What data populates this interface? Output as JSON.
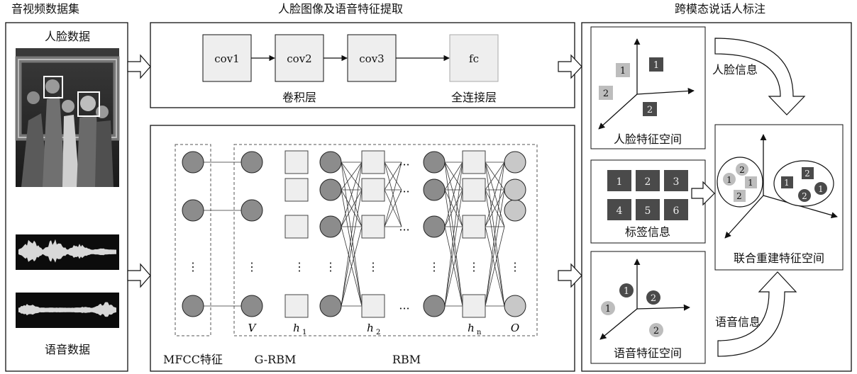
{
  "sections": {
    "dataset_title": "音视频数据集",
    "extraction_title": "人脸图像及语音特征提取",
    "labeling_title": "跨模态说话人标注"
  },
  "dataset": {
    "face_label": "人脸数据",
    "speech_label": "语音数据"
  },
  "cnn": {
    "layers": [
      "cov1",
      "cov2",
      "cov3",
      "fc"
    ],
    "conv_caption": "卷积层",
    "fc_caption": "全连接层",
    "ellipsis": "···"
  },
  "dbn": {
    "mfcc_caption": "MFCC特征",
    "grbm_caption": "G-RBM",
    "rbm_caption": "RBM",
    "layer_labels": {
      "v": "V",
      "h1": "h",
      "h1_sub": "1",
      "h2": "h",
      "h2_sub": "2",
      "hn": "h",
      "hn_sub": "n",
      "o": "O"
    },
    "vdots": "⋮",
    "hdots": "···"
  },
  "face_space": {
    "caption": "人脸特征空间",
    "points": [
      "1",
      "2",
      "1",
      "2"
    ]
  },
  "label_box": {
    "caption": "标签信息",
    "labels": [
      "1",
      "2",
      "3",
      "4",
      "5",
      "6"
    ]
  },
  "speech_space": {
    "caption": "语音特征空间",
    "points": [
      "1",
      "1",
      "2",
      "2"
    ]
  },
  "joint_space": {
    "caption": "联合重建特征空间",
    "cluster1": [
      "2",
      "1",
      "1",
      "2"
    ],
    "cluster2": [
      "1",
      "2",
      "2",
      "1"
    ]
  },
  "arrows": {
    "face_info": "人脸信息",
    "speech_info": "语音信息"
  },
  "colors": {
    "dark_gray": "#4a4a4a",
    "mid_gray": "#8c8c8c",
    "light_gray": "#bdbdbd",
    "box_fill": "#eeeeee"
  }
}
